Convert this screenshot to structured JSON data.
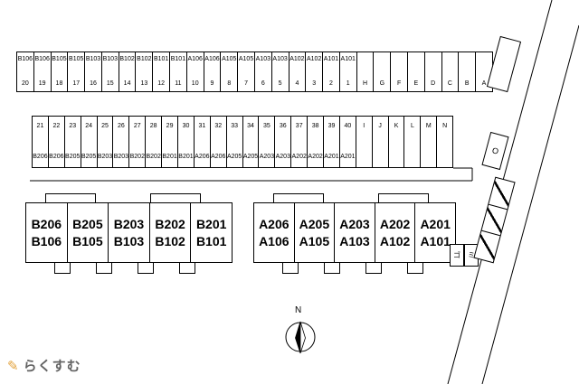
{
  "colors": {
    "brand_orange": "#e2a23c",
    "text_gray": "#636363"
  },
  "logo": {
    "text": "らくすむ"
  },
  "compass": {
    "north_label": "N"
  },
  "parking": {
    "row1": {
      "stalls": [
        {
          "label": "B106",
          "num": "20"
        },
        {
          "label": "B106",
          "num": "19"
        },
        {
          "label": "B105",
          "num": "18"
        },
        {
          "label": "B105",
          "num": "17"
        },
        {
          "label": "B103",
          "num": "16"
        },
        {
          "label": "B103",
          "num": "15"
        },
        {
          "label": "B102",
          "num": "14"
        },
        {
          "label": "B102",
          "num": "13"
        },
        {
          "label": "B101",
          "num": "12"
        },
        {
          "label": "B101",
          "num": "11"
        },
        {
          "label": "A106",
          "num": "10"
        },
        {
          "label": "A106",
          "num": "9"
        },
        {
          "label": "A105",
          "num": "8"
        },
        {
          "label": "A105",
          "num": "7"
        },
        {
          "label": "A103",
          "num": "6"
        },
        {
          "label": "A103",
          "num": "5"
        },
        {
          "label": "A102",
          "num": "4"
        },
        {
          "label": "A102",
          "num": "3"
        },
        {
          "label": "A101",
          "num": "2"
        },
        {
          "label": "A101",
          "num": "1"
        }
      ],
      "letter_spaces": [
        "H",
        "G",
        "F",
        "E",
        "D",
        "C",
        "B",
        "A"
      ]
    },
    "row2": {
      "stalls": [
        {
          "num": "21",
          "label": "B206"
        },
        {
          "num": "22",
          "label": "B206"
        },
        {
          "num": "23",
          "label": "B205"
        },
        {
          "num": "24",
          "label": "B205"
        },
        {
          "num": "25",
          "label": "B203"
        },
        {
          "num": "26",
          "label": "B203"
        },
        {
          "num": "27",
          "label": "B202"
        },
        {
          "num": "28",
          "label": "B202"
        },
        {
          "num": "29",
          "label": "B201"
        },
        {
          "num": "30",
          "label": "B201"
        },
        {
          "num": "31",
          "label": "A206"
        },
        {
          "num": "32",
          "label": "A206"
        },
        {
          "num": "33",
          "label": "A205"
        },
        {
          "num": "34",
          "label": "A205"
        },
        {
          "num": "35",
          "label": "A203"
        },
        {
          "num": "36",
          "label": "A203"
        },
        {
          "num": "37",
          "label": "A202"
        },
        {
          "num": "38",
          "label": "A202"
        },
        {
          "num": "39",
          "label": "A201"
        },
        {
          "num": "40",
          "label": "A201"
        }
      ],
      "letter_spaces": [
        "I",
        "J",
        "K",
        "L",
        "M",
        "N"
      ]
    },
    "extra_space": "O"
  },
  "buildings": {
    "b": [
      {
        "upper": "B206",
        "lower": "B106"
      },
      {
        "upper": "B205",
        "lower": "B105"
      },
      {
        "upper": "B203",
        "lower": "B103"
      },
      {
        "upper": "B202",
        "lower": "B102"
      },
      {
        "upper": "B201",
        "lower": "B101"
      }
    ],
    "a": [
      {
        "upper": "A206",
        "lower": "A106"
      },
      {
        "upper": "A205",
        "lower": "A105"
      },
      {
        "upper": "A203",
        "lower": "A103"
      },
      {
        "upper": "A202",
        "lower": "A102"
      },
      {
        "upper": "A201",
        "lower": "A101"
      }
    ]
  },
  "utility": {
    "box1": "ゴ",
    "box2": "ミ"
  }
}
